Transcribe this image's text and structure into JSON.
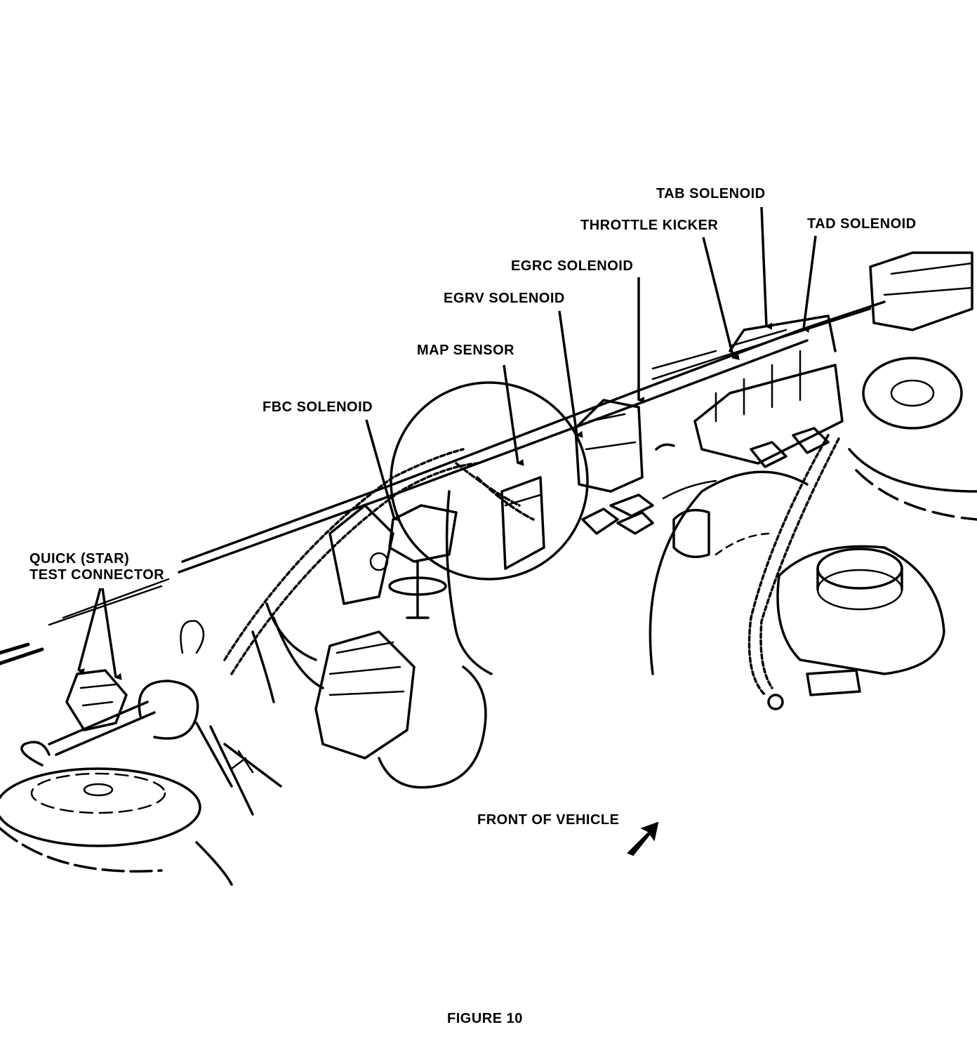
{
  "labels": {
    "tab_solenoid": "TAB SOLENOID",
    "throttle_kicker": "THROTTLE KICKER",
    "tad_solenoid": "TAD SOLENOID",
    "egrc_solenoid": "EGRC SOLENOID",
    "egrv_solenoid": "EGRV SOLENOID",
    "map_sensor": "MAP SENSOR",
    "fbc_solenoid": "FBC SOLENOID",
    "quick_test_line1": "QUICK (STAR)",
    "quick_test_line2": "TEST CONNECTOR",
    "front_of_vehicle": "FRONT OF VEHICLE",
    "figure_caption": "FIGURE 10"
  }
}
